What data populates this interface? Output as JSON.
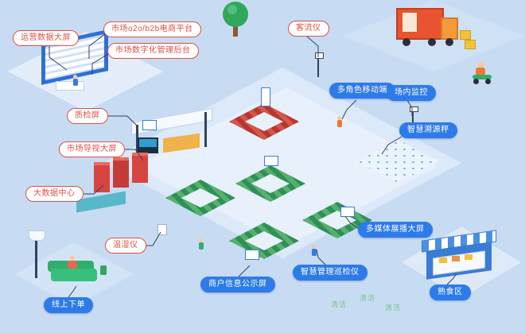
{
  "labels": [
    {
      "id": "operations-data-screen",
      "text": "运营数据大屏",
      "style": "red"
    },
    {
      "id": "market-o2o-b2b-platform",
      "text": "市场o2o/b2b电商平台",
      "style": "red"
    },
    {
      "id": "market-digital-admin",
      "text": "市场数字化管理后台",
      "style": "red"
    },
    {
      "id": "passenger-flow-meter",
      "text": "客流仪",
      "style": "red"
    },
    {
      "id": "quality-inspection-screen",
      "text": "质检屏",
      "style": "red"
    },
    {
      "id": "market-guide-screen",
      "text": "市场导视大屏",
      "style": "red"
    },
    {
      "id": "big-data-center",
      "text": "大数据中心",
      "style": "red"
    },
    {
      "id": "temp-humidity-meter",
      "text": "温湿仪",
      "style": "red"
    },
    {
      "id": "multi-role-mobile",
      "text": "多角色移动端",
      "style": "blue"
    },
    {
      "id": "onsite-monitoring",
      "text": "场内监控",
      "style": "blue"
    },
    {
      "id": "smart-traceability-scale",
      "text": "智慧溯源秤",
      "style": "blue"
    },
    {
      "id": "multimedia-display-screen",
      "text": "多媒体展播大屏",
      "style": "blue"
    },
    {
      "id": "smart-inspection-device",
      "text": "智慧管理巡检仪",
      "style": "blue"
    },
    {
      "id": "merchant-info-screen",
      "text": "商户信息公示屏",
      "style": "blue"
    },
    {
      "id": "online-ordering",
      "text": "线上下单",
      "style": "blue"
    },
    {
      "id": "deli-area",
      "text": "熟食区",
      "style": "blue"
    }
  ],
  "decor": {
    "cleaning_labels": [
      "清洁",
      "清洁",
      "清洁"
    ]
  },
  "colors": {
    "background": "#c7dcf3",
    "red_label": "#dd4f44",
    "blue_label": "#2d7be9",
    "connector_line": "#33415e",
    "produce_green": "#2e8f57",
    "meat_red": "#b5382f",
    "truck_orange": "#e8542f",
    "tree_green": "#2fa85c"
  }
}
